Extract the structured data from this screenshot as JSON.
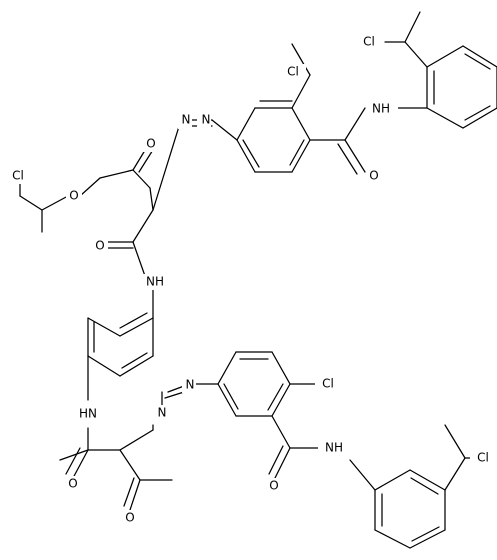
{
  "atoms": {
    "cl_top_right": "Cl",
    "cl_ring_upper": "Cl",
    "cl_ether": "Cl",
    "cl_ring_lower": "Cl",
    "cl_bottom_right": "Cl",
    "nh_upper_amide": "NH",
    "nh_mid_amide": "NH",
    "nh_lower_left": "HN",
    "nh_bottom_amide": "NH",
    "o_ketone_upper": "O",
    "o_ether": "O",
    "o_amide_mid": "O",
    "o_amide_upper": "O",
    "o_amide_lower_left": "O",
    "o_ketone_lower": "O",
    "o_amide_bottom": "O",
    "n_azo_1a": "N",
    "n_azo_1b": "N",
    "n_azo_2a": "N",
    "n_azo_2b": "N"
  },
  "colors": {
    "bond": "#000000",
    "background": "#ffffff"
  }
}
